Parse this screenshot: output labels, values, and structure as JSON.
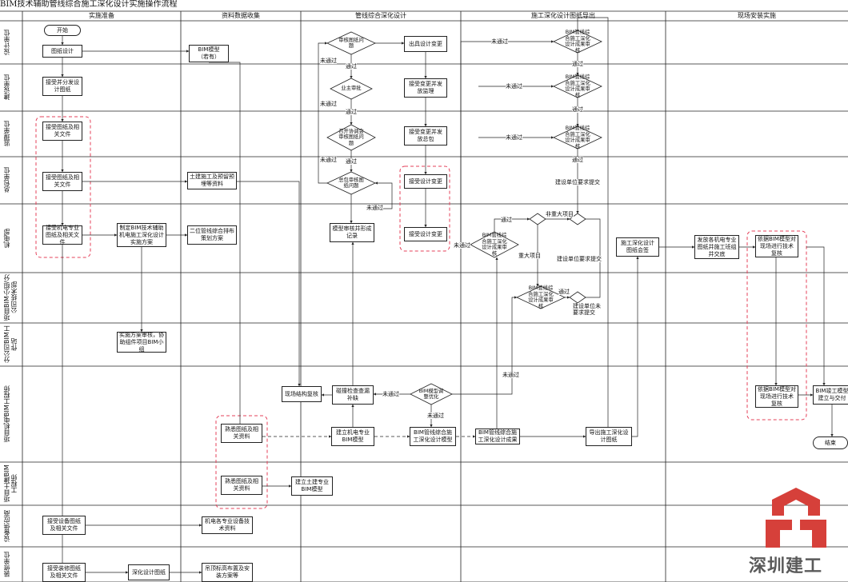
{
  "title": "BIM技术辅助管线综合施工深化设计实施操作流程",
  "columns": [
    "实施准备",
    "资料数据收集",
    "管线综合深化设计",
    "施工深化设计图纸导出",
    "现场安装实施"
  ],
  "lanes": [
    "设计单位",
    "建设单位",
    "监理单位",
    "总包单位",
    "机电部",
    "项目BIM小组/分公司技术部",
    "分公司BIM工作站",
    "项目机电BIM工程师",
    "项目土建BIM工程师",
    "设备供应商",
    "装修单位"
  ],
  "nodes": {
    "start": "开始",
    "draw_design": "图纸设计",
    "bim_model_opt": "BIM模型\n（若有）",
    "owner_receive": "接受并分发设计图纸",
    "sup_receive": "接受图纸及相关文件",
    "gc_receive": "接受图纸及相关文件",
    "mep_receive": "接受机电专业图纸及相关文件",
    "plan_bim": "制定BIM技术辅助机电施工深化设计实施方案",
    "collect_civil": "土建施工及预留预埋等资料",
    "pipe_plan": "二位管线综合排布策划方案",
    "guide": "实施方案审核，协助组件项目BIM小组",
    "fam_mep": "熟悉图纸及相关资料",
    "fam_civil": "熟悉图纸及相关资料",
    "build_civil": "建立土建专业BIM模型",
    "equip_receive": "接受设备图纸及相关文件",
    "equip_tech": "机电各专业设备技术资料",
    "deco_receive": "接受装修图纸及相关文件",
    "deco_design": "深化设计图纸",
    "ceiling_plan": "吊顶标高布置及安装方案等",
    "d_review_draw": "审核图纸问题",
    "design_change": "出具设计变更",
    "d_owner_ok": "业主审批",
    "recv_change_sup": "接受变更并发放监理",
    "d_sup_coord": "召开协调会审核图纸问题",
    "recv_change_gc": "接受变更并发放总包",
    "d_gc_review": "总包审核图纸问题",
    "recv_change1": "接受设计变更",
    "recv_change2": "接受设计变更",
    "model_review": "模型审核并形成记录",
    "site_review": "现场结构复核",
    "clash": "碰撞检查查漏补缺",
    "d_optimize": "BIM模型调整优化",
    "build_mep": "建立机电专业BIM模型",
    "bim_deep_model": "BIM管线综合施工深化设计模型",
    "bim_deep_result": "BIM管线综合施工深化设计成果",
    "export": "导出施工深化设计图纸",
    "d_design_audit": "BIM管线综合施工深化设计成果审核",
    "d_owner_audit": "BIM管线综合施工深化设计成果审核",
    "d_sup_audit": "BIM管线综合施工深化设计成果审核",
    "d_mep_audit": "BIM管线综合施工深化设计成果审核",
    "d_bim_audit": "BIM管线综合施工深化设计成果审核",
    "joint_review": "施工深化设计图纸会签",
    "issue": "发放各机电专业图纸并施工班组并交底",
    "site_check1": "依据BIM模型对现场进行技术复核",
    "site_check2": "依据BIM模型对现场进行技术复核",
    "completion": "BIM竣工模型建立与交付",
    "end": "结束"
  },
  "edge_labels": {
    "not_pass": "未通过",
    "pass": "通过",
    "non_major": "非重大项目",
    "major": "重大项目",
    "gc_request": "建设单位要求提交",
    "owner_request": "建设单位未要求提交"
  },
  "watermark": {
    "text": "深圳建工",
    "color": "#d6403a",
    "text_color": "#5a5a5a"
  }
}
